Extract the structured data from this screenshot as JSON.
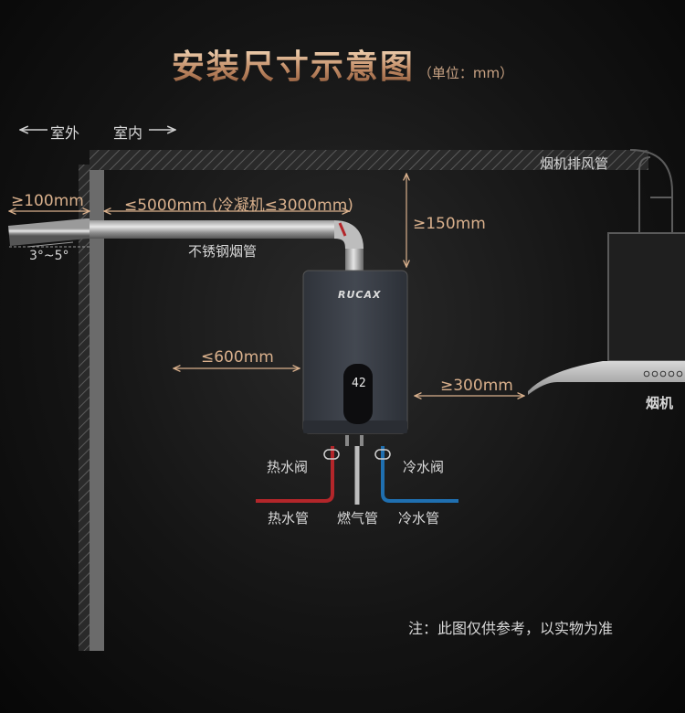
{
  "title": "安装尺寸示意图",
  "unit_note": "（单位：mm）",
  "labels": {
    "outdoor": "室外",
    "indoor": "室内",
    "exhaust_duct": "烟机排风管",
    "stainless_flue": "不锈钢烟管",
    "range_hood": "烟机",
    "hot_valve": "热水阀",
    "cold_valve": "冷水阀",
    "hot_pipe": "热水管",
    "gas_pipe": "燃气管",
    "cold_pipe": "冷水管",
    "brand": "RUCAX",
    "display_temp": "42",
    "note": "注：此图仅供参考，以实物为准"
  },
  "dimensions": {
    "outside_extension": "≥100mm",
    "slope": "3°~5°",
    "flue_length": "≤5000mm (冷凝机≤3000mm)",
    "ceiling_gap": "≥150mm",
    "wall_distance": "≤600mm",
    "hood_distance": "≥300mm"
  },
  "colors": {
    "accent": "#d9b08c",
    "hot": "#b3262a",
    "cold": "#1f6fb0",
    "gas": "#bdbdbd",
    "heater_body": "#3a3f47"
  }
}
